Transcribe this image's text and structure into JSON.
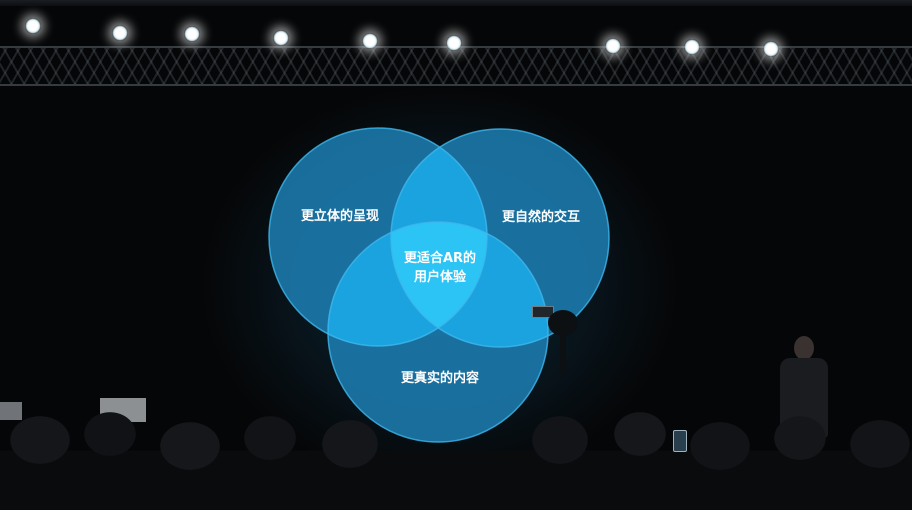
{
  "venn": {
    "colors": {
      "circle_fill": "#1c7fb4",
      "overlap_fill": "#1aa5e0",
      "center_fill": "#2cc3f5",
      "outline": "#3fb8ee"
    },
    "circles": [
      {
        "label": "更立体的呈现"
      },
      {
        "label": "更自然的交互"
      },
      {
        "label": "更真实的内容"
      }
    ],
    "center_label": [
      "更适合AR的",
      "用户体验"
    ]
  }
}
